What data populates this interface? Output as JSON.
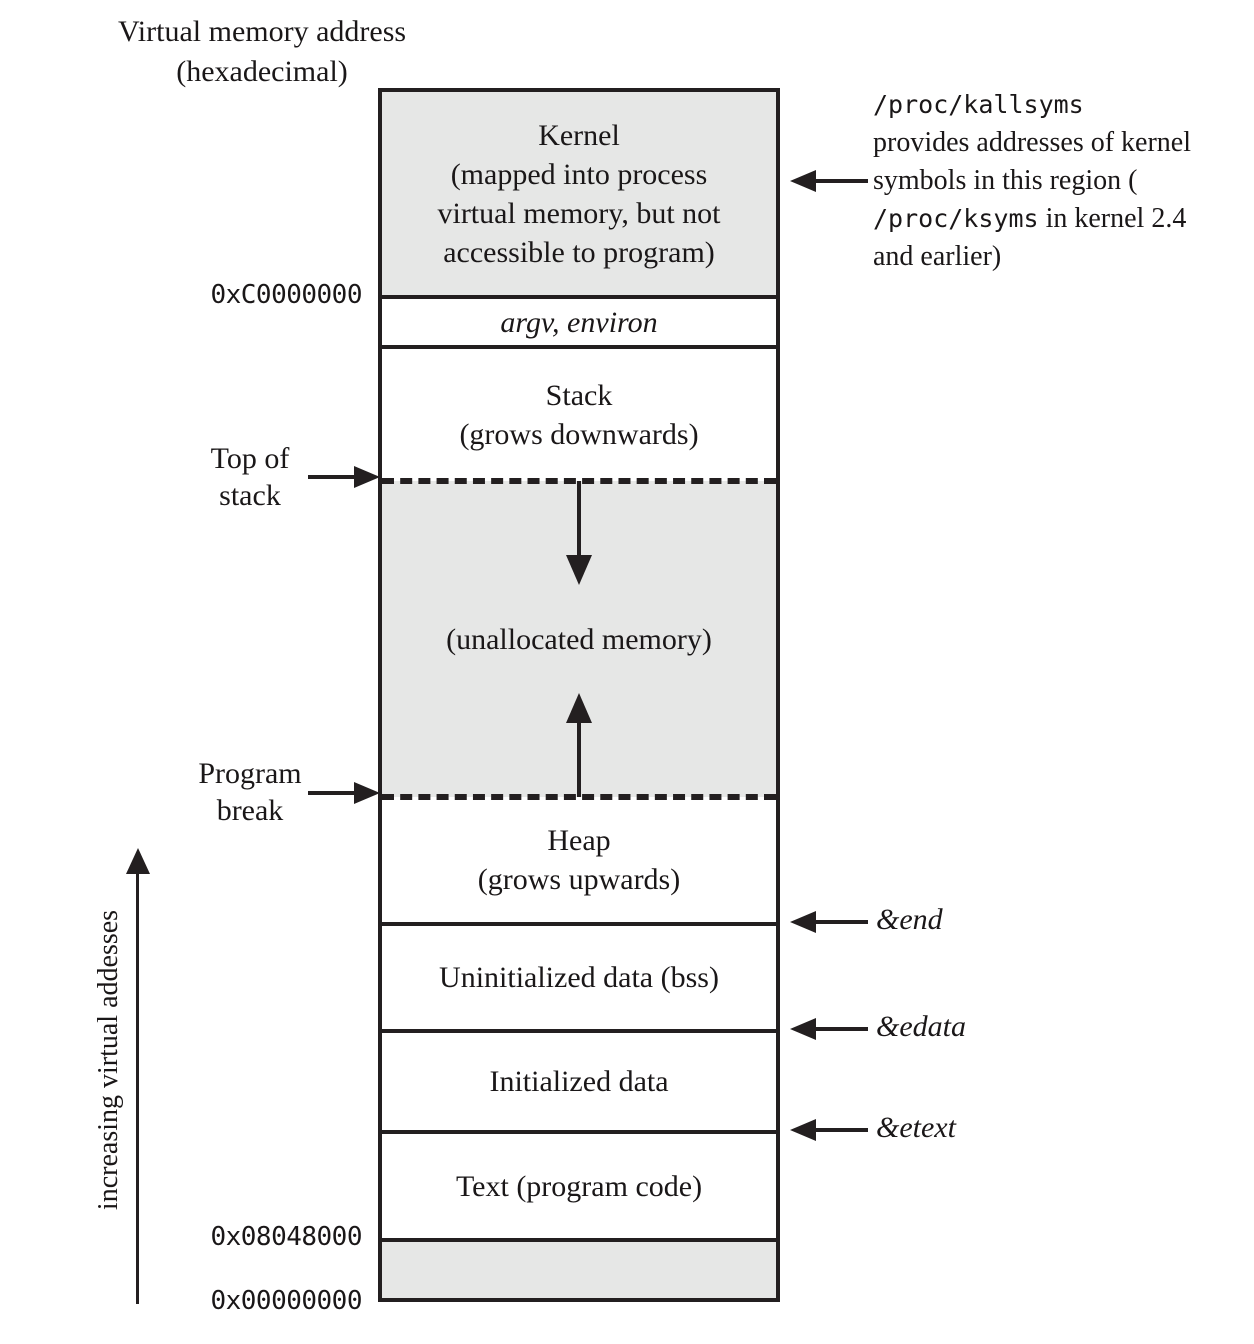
{
  "header": {
    "line1": "Virtual memory address",
    "line2": "(hexadecimal)"
  },
  "segments": {
    "kernel": {
      "line1": "Kernel",
      "line2": "(mapped into process",
      "line3": "virtual memory, but not",
      "line4": "accessible to program)"
    },
    "argv_environ": "argv, environ",
    "stack": {
      "line1": "Stack",
      "line2": "(grows downwards)"
    },
    "unallocated": "(unallocated memory)",
    "heap": {
      "line1": "Heap",
      "line2": "(grows upwards)"
    },
    "bss": "Uninitialized data (bss)",
    "initialized_data": "Initialized data",
    "text": "Text (program code)"
  },
  "addresses": {
    "kernel_base": "0xC0000000",
    "text_base": "0x08048000",
    "zero": "0x00000000"
  },
  "left_callouts": {
    "top_of_stack": {
      "line1": "Top of",
      "line2": "stack"
    },
    "program_break": {
      "line1": "Program",
      "line2": "break"
    }
  },
  "symbols": {
    "end": "&end",
    "edata": "&edata",
    "etext": "&etext"
  },
  "kallsyms_note": {
    "path1": "/proc/kallsyms",
    "text1": "provides addresses of kernel symbols in this region (",
    "path2": "/proc/ksyms",
    "text2": "in kernel 2.4 and earlier)"
  },
  "axis": {
    "label": "increasing virtual addesses"
  },
  "colors": {
    "ink": "#231f20",
    "shade": "#e6e7e6",
    "paper": "#ffffff"
  }
}
